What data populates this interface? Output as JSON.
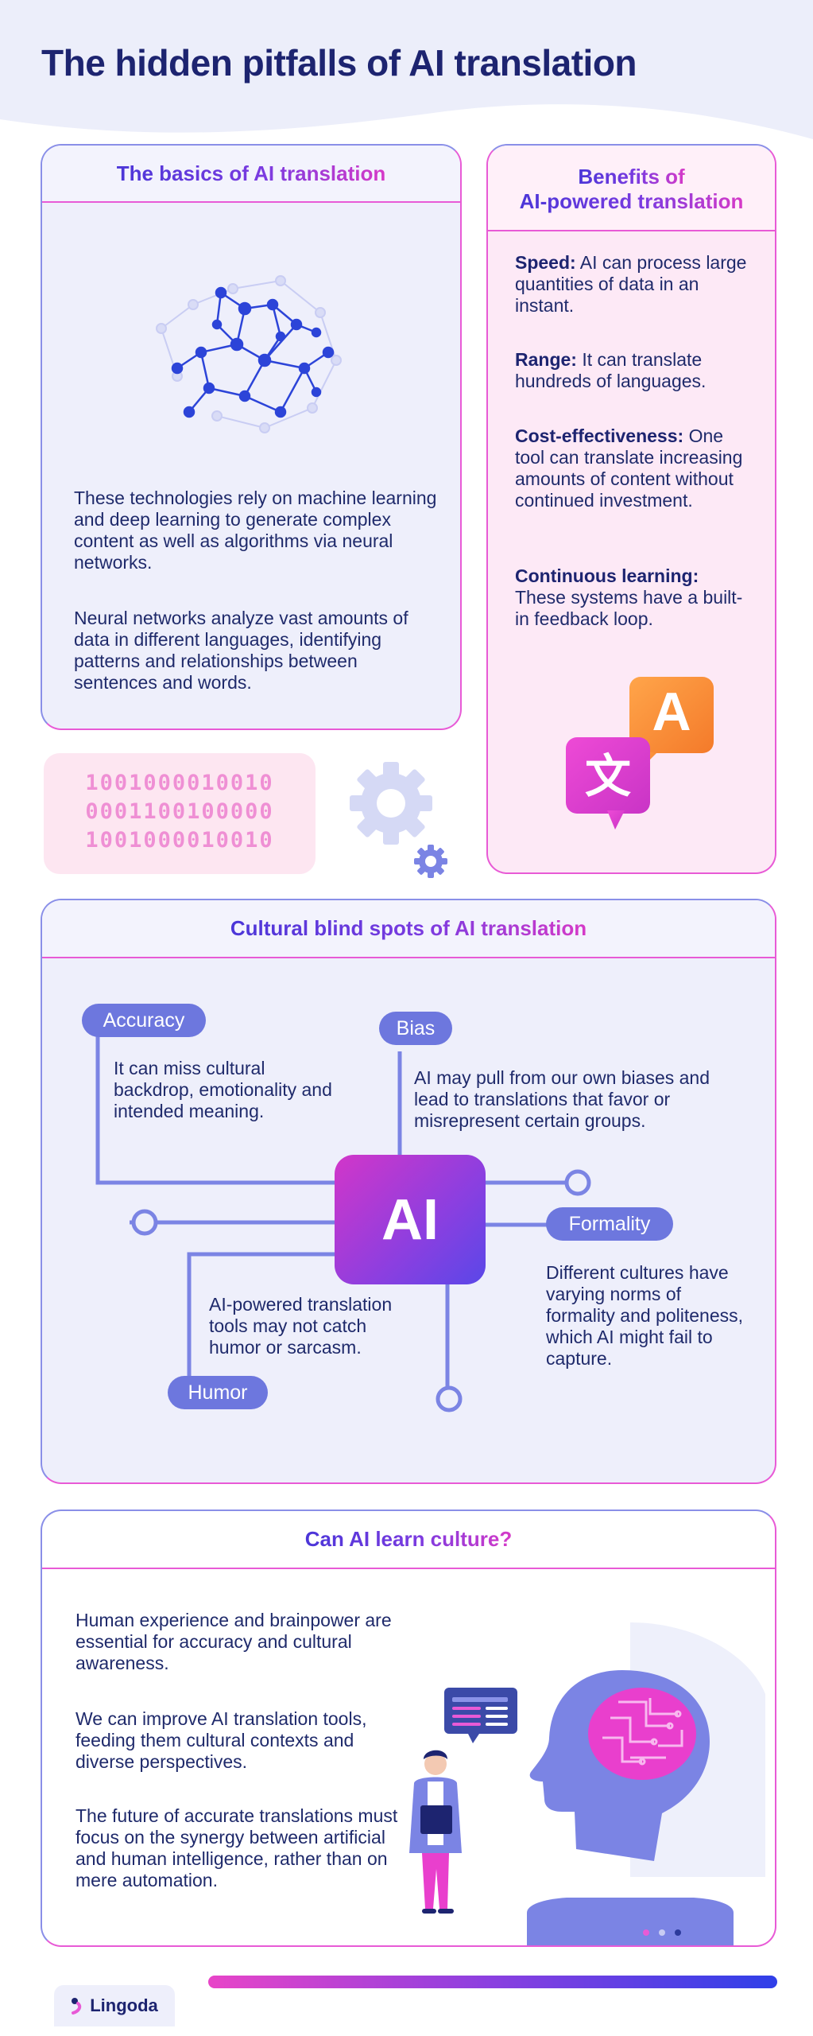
{
  "page": {
    "title": "The hidden pitfalls of AI translation"
  },
  "basics": {
    "title": "The basics of AI translation",
    "para1": "These technologies rely on machine learning and deep learning to generate complex content as well as algorithms via neural networks.",
    "para2": "Neural networks analyze vast amounts of data in different languages, identifying patterns and relationships between sentences and words.",
    "binary": [
      "1001000010010",
      "0001100100000",
      "1001000010010"
    ]
  },
  "benefits": {
    "title_line1": "Benefits of",
    "title_line2": "AI-powered translation",
    "items": [
      {
        "term": "Speed:",
        "text": " AI can process large quantities of data in an instant."
      },
      {
        "term": "Range:",
        "text": " It can translate hundreds of languages."
      },
      {
        "term": "Cost-effectiveness:",
        "text": " One tool can translate increasing amounts of content without continued investment."
      },
      {
        "term": "Continuous learning:",
        "text": " These systems have a built-in feedback loop."
      }
    ],
    "icon_latin": "A",
    "icon_cjk": "文"
  },
  "cultural": {
    "title": "Cultural blind spots of AI translation",
    "center": "AI",
    "accuracy": {
      "label": "Accuracy",
      "text": "It can miss cultural backdrop, emotionality and intended meaning."
    },
    "bias": {
      "label": "Bias",
      "text": "AI may pull from our own biases and lead to translations that favor or misrepresent certain groups."
    },
    "formality": {
      "label": "Formality",
      "text": "Different cultures have varying norms of formality and politeness, which AI might fail to capture."
    },
    "humor": {
      "label": "Humor",
      "text": "AI-powered translation tools may not catch humor or sarcasm."
    }
  },
  "learn": {
    "title": "Can AI learn culture?",
    "para1": "Human experience and brainpower are essential for accuracy and cultural awareness.",
    "para2": "We can improve AI translation tools, feeding them cultural contexts and diverse perspectives.",
    "para3": "The future of accurate translations must focus on the synergy between artificial and human intelligence, rather than on mere automation."
  },
  "footer": {
    "brand": "Lingoda"
  },
  "colors": {
    "navy": "#1d2470",
    "pink": "#e85ad6",
    "periwinkle": "#6d77de",
    "violet": "#8b3fe0"
  }
}
